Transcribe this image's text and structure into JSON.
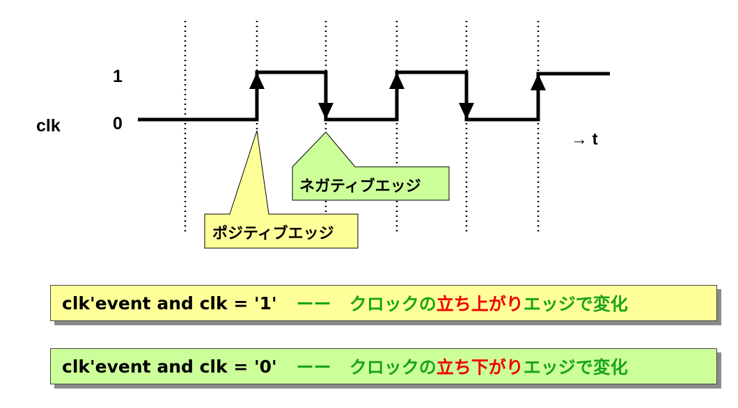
{
  "signal_label": "clk",
  "level_high": "1",
  "level_low": "0",
  "time_axis": "→ t",
  "callouts": {
    "positive": "ポジティブエッジ",
    "negative": "ネガティブエッジ"
  },
  "colors": {
    "callout_positive_bg": "#ffff99",
    "callout_negative_bg": "#ccff99",
    "text_green": "#1aa31a",
    "text_red": "#ee0000"
  },
  "conditions": [
    {
      "code": "clk'event and clk = '1'",
      "dash": "ーー",
      "prefix": "クロックの",
      "edge": "立ち上がり",
      "suffix": "エッジで変化"
    },
    {
      "code": "clk'event and clk = '0'",
      "dash": "ーー",
      "prefix": "クロックの",
      "edge": "立ち下がり",
      "suffix": "エッジで変化"
    }
  ]
}
